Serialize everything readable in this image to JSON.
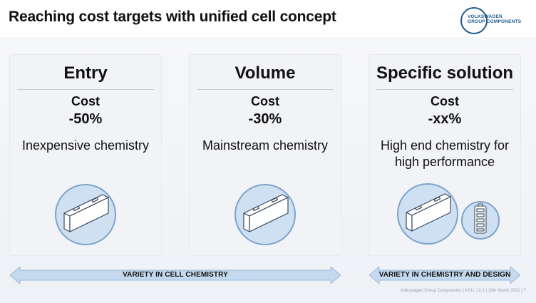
{
  "header": {
    "title": "Reaching cost targets with unified cell concept",
    "logo_line1": "VOLKSWAGEN",
    "logo_line2": "GROUP COMPONENTS"
  },
  "columns": [
    {
      "title": "Entry",
      "cost_label": "Cost",
      "cost_value": "-50%",
      "description": "Inexpensive chemistry"
    },
    {
      "title": "Volume",
      "cost_label": "Cost",
      "cost_value": "-30%",
      "description": "Mainstream chemistry"
    },
    {
      "title": "Specific solution",
      "cost_label": "Cost",
      "cost_value": "-xx%",
      "description": "High end chemistry for high performance"
    }
  ],
  "arrows": [
    {
      "label": "VARIETY IN CELL CHEMISTRY"
    },
    {
      "label": "VARIETY IN CHEMISTRY AND DESIGN"
    }
  ],
  "footer": {
    "text": "Volkswagen Group Components | KSU: 12.2 | 16th March 2021 | 7"
  },
  "colors": {
    "arrow_fill": "#c4d8ee",
    "arrow_stroke": "#9dbbdc",
    "circle_fill": "#cfe0f2",
    "circle_stroke": "#7ea4cc"
  }
}
